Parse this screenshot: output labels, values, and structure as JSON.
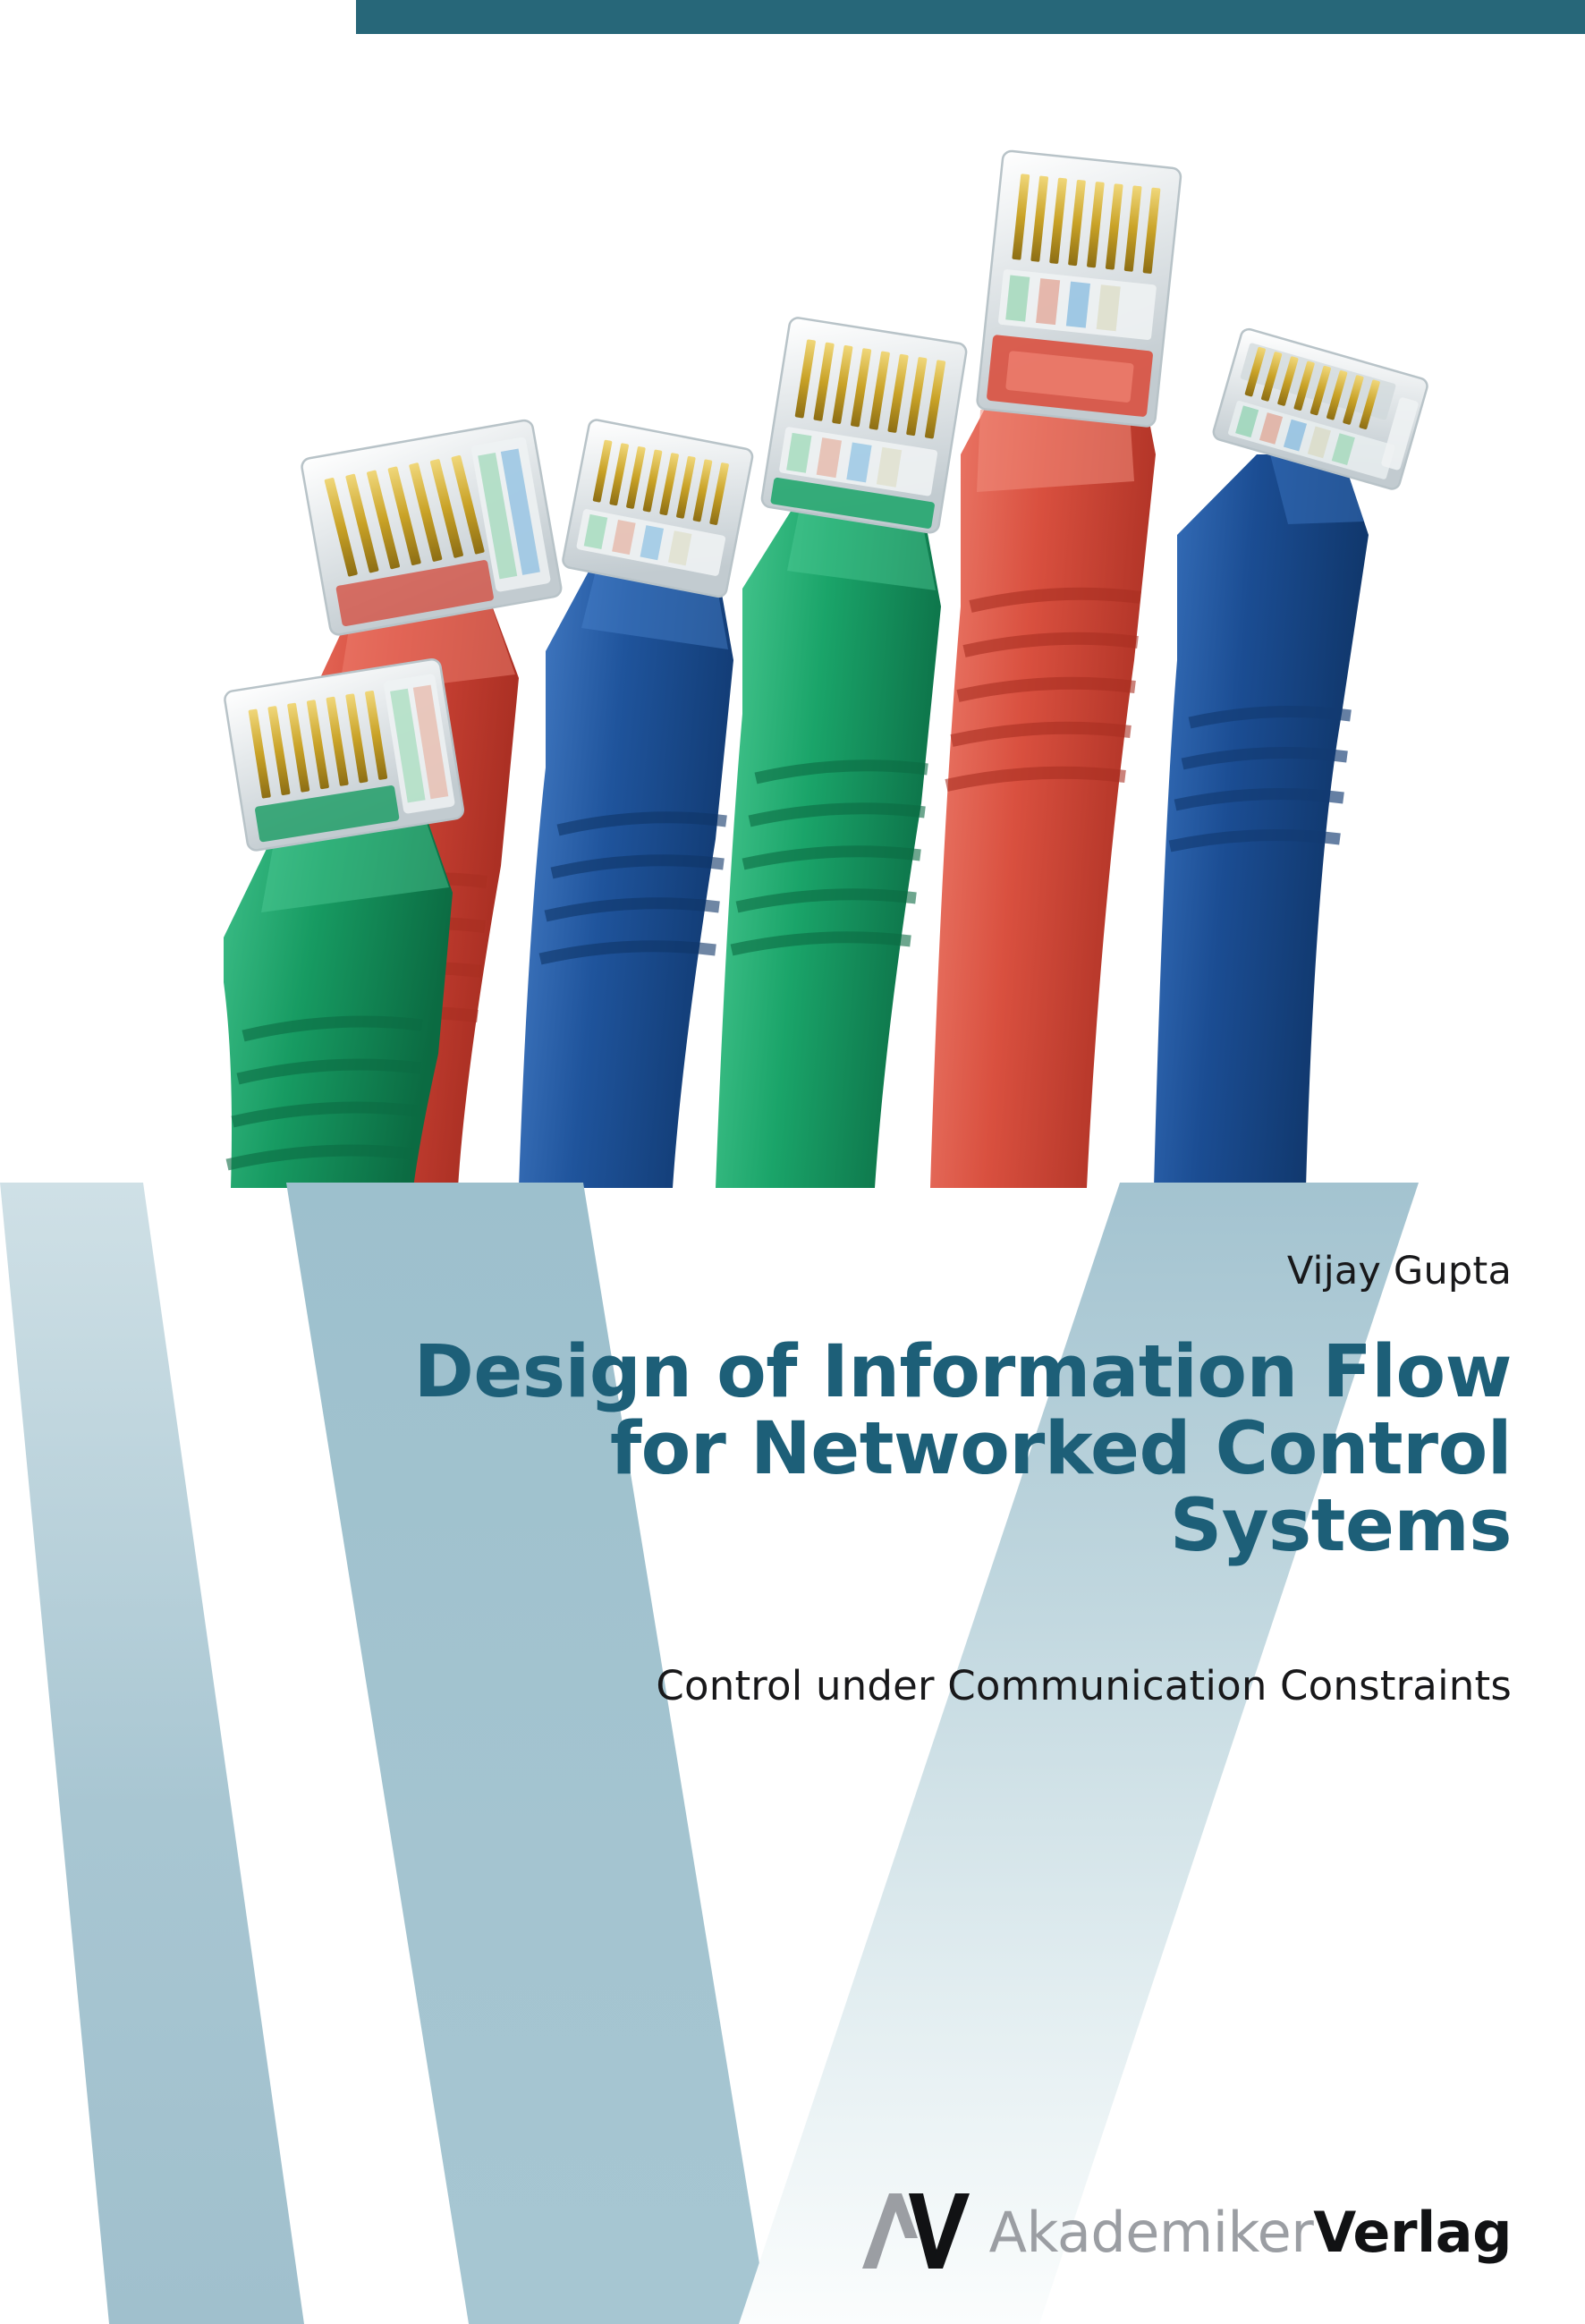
{
  "cover": {
    "author": "Vijay Gupta",
    "title_lines": [
      "Design of Information Flow",
      "for Networked Control",
      "Systems"
    ],
    "title_full": "Design of Information Flow for Networked Control Systems",
    "subtitle": "Control under Communication Constraints",
    "publisher": {
      "mark": "AV",
      "name_light": "Akademiker",
      "name_dark": "Verlag",
      "name_full": "AkademikerVerlag"
    }
  },
  "colors": {
    "top_bar": "#276779",
    "title_teal": "#1d5f78",
    "text_dark": "#18181a",
    "band_light": "#cfe0e6",
    "band_mid": "#a8c6d2",
    "band_deep": "#9dc0cd",
    "logo_light": "#9b9ea3",
    "logo_dark": "#111214",
    "cable_red": "#d4483a",
    "cable_red_dark": "#b33326",
    "cable_blue": "#1b4d93",
    "cable_blue_dark": "#123a72",
    "cable_green": "#179b62",
    "cable_green_dark": "#0e7a4b",
    "connector_clear": "#dfe4e6",
    "connector_gold": "#c9a227",
    "background": "#ffffff"
  },
  "photo": {
    "description": "Six RJ45 ethernet patch cables fanned out",
    "cables": [
      {
        "index": 1,
        "color_name": "green",
        "position": "far-left-lower"
      },
      {
        "index": 2,
        "color_name": "red",
        "position": "left"
      },
      {
        "index": 3,
        "color_name": "blue",
        "position": "center-left"
      },
      {
        "index": 4,
        "color_name": "green",
        "position": "center"
      },
      {
        "index": 5,
        "color_name": "red",
        "position": "center-right"
      },
      {
        "index": 6,
        "color_name": "blue",
        "position": "right"
      }
    ]
  },
  "bands": {
    "count": 3,
    "shape": "slanted-v-stripes"
  }
}
